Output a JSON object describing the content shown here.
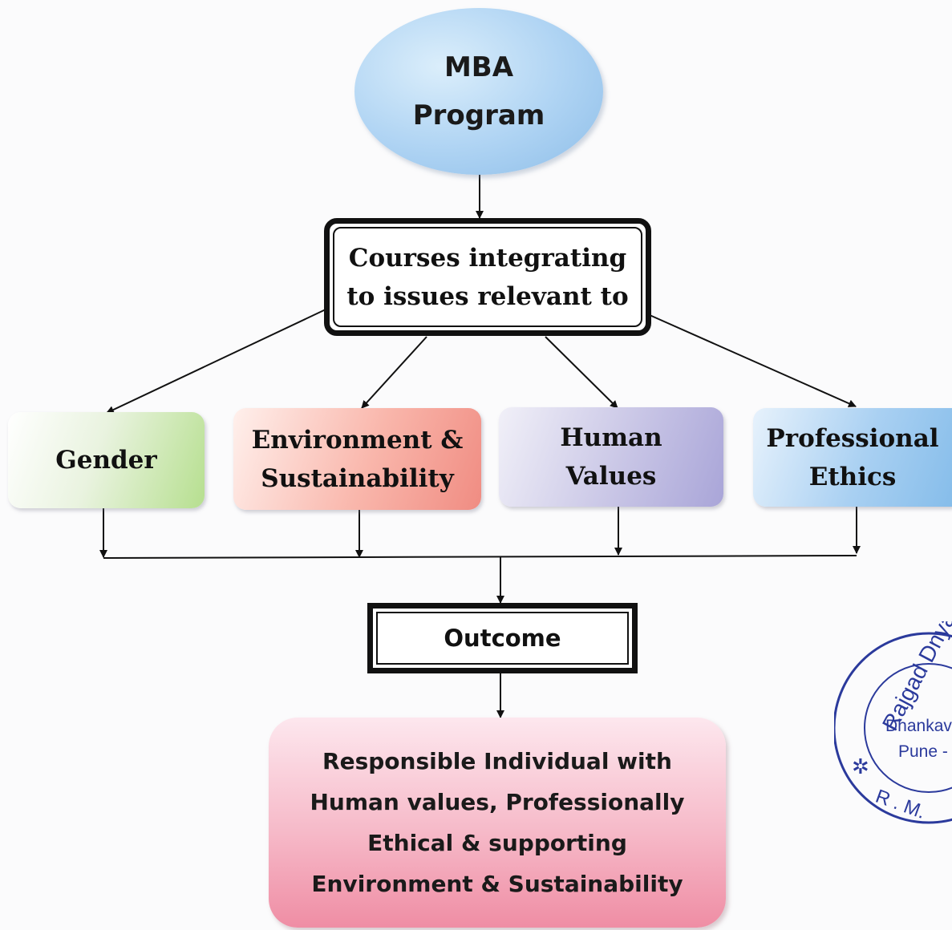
{
  "root": {
    "line1": "MBA",
    "line2": "Program"
  },
  "courses": {
    "line1": "Courses integrating",
    "line2": "to issues relevant to"
  },
  "categories": {
    "gender": {
      "line1": "Gender"
    },
    "environment": {
      "line1": "Environment &",
      "line2": "Sustainability"
    },
    "human": {
      "line1": "Human",
      "line2": "Values"
    },
    "professional": {
      "line1": "Professional",
      "line2": "Ethics"
    }
  },
  "outcome": {
    "label": "Outcome"
  },
  "result": {
    "line1": "Responsible Individual with",
    "line2": "Human values, Professionally",
    "line3": "Ethical & supporting",
    "line4": "Environment & Sustainability"
  },
  "stamp": {
    "top": "Rajgad Dnya",
    "middle1": "Dhankav",
    "middle2": "Pune -",
    "bottom": "R . M."
  },
  "colors": {
    "ink": "#111111",
    "stamp": "#2b3a9c"
  }
}
